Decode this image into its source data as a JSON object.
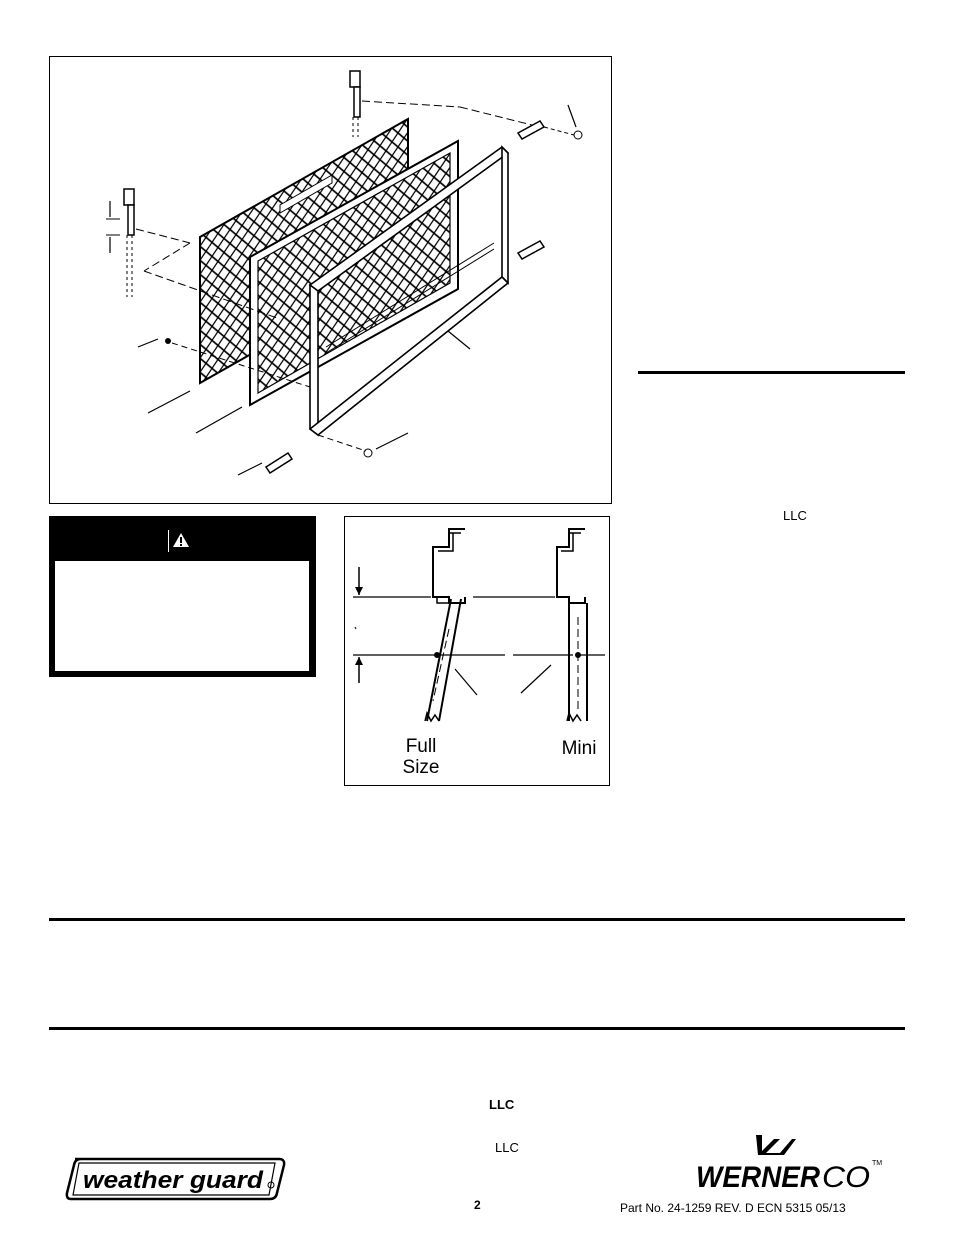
{
  "figure_bracket": {
    "label_full_size": "Full\nSize",
    "label_mini": "Mini"
  },
  "side_column": {
    "llc_text": "LLC"
  },
  "footer": {
    "llc_bold": "LLC",
    "llc_regular": "LLC",
    "page_number": "2",
    "part_number": "Part No. 24-1259 REV. D ECN 5315 05/13",
    "brand_left": "weather guard",
    "brand_right": "WERNERco"
  },
  "warning": {
    "icon": "warning-triangle-icon"
  }
}
